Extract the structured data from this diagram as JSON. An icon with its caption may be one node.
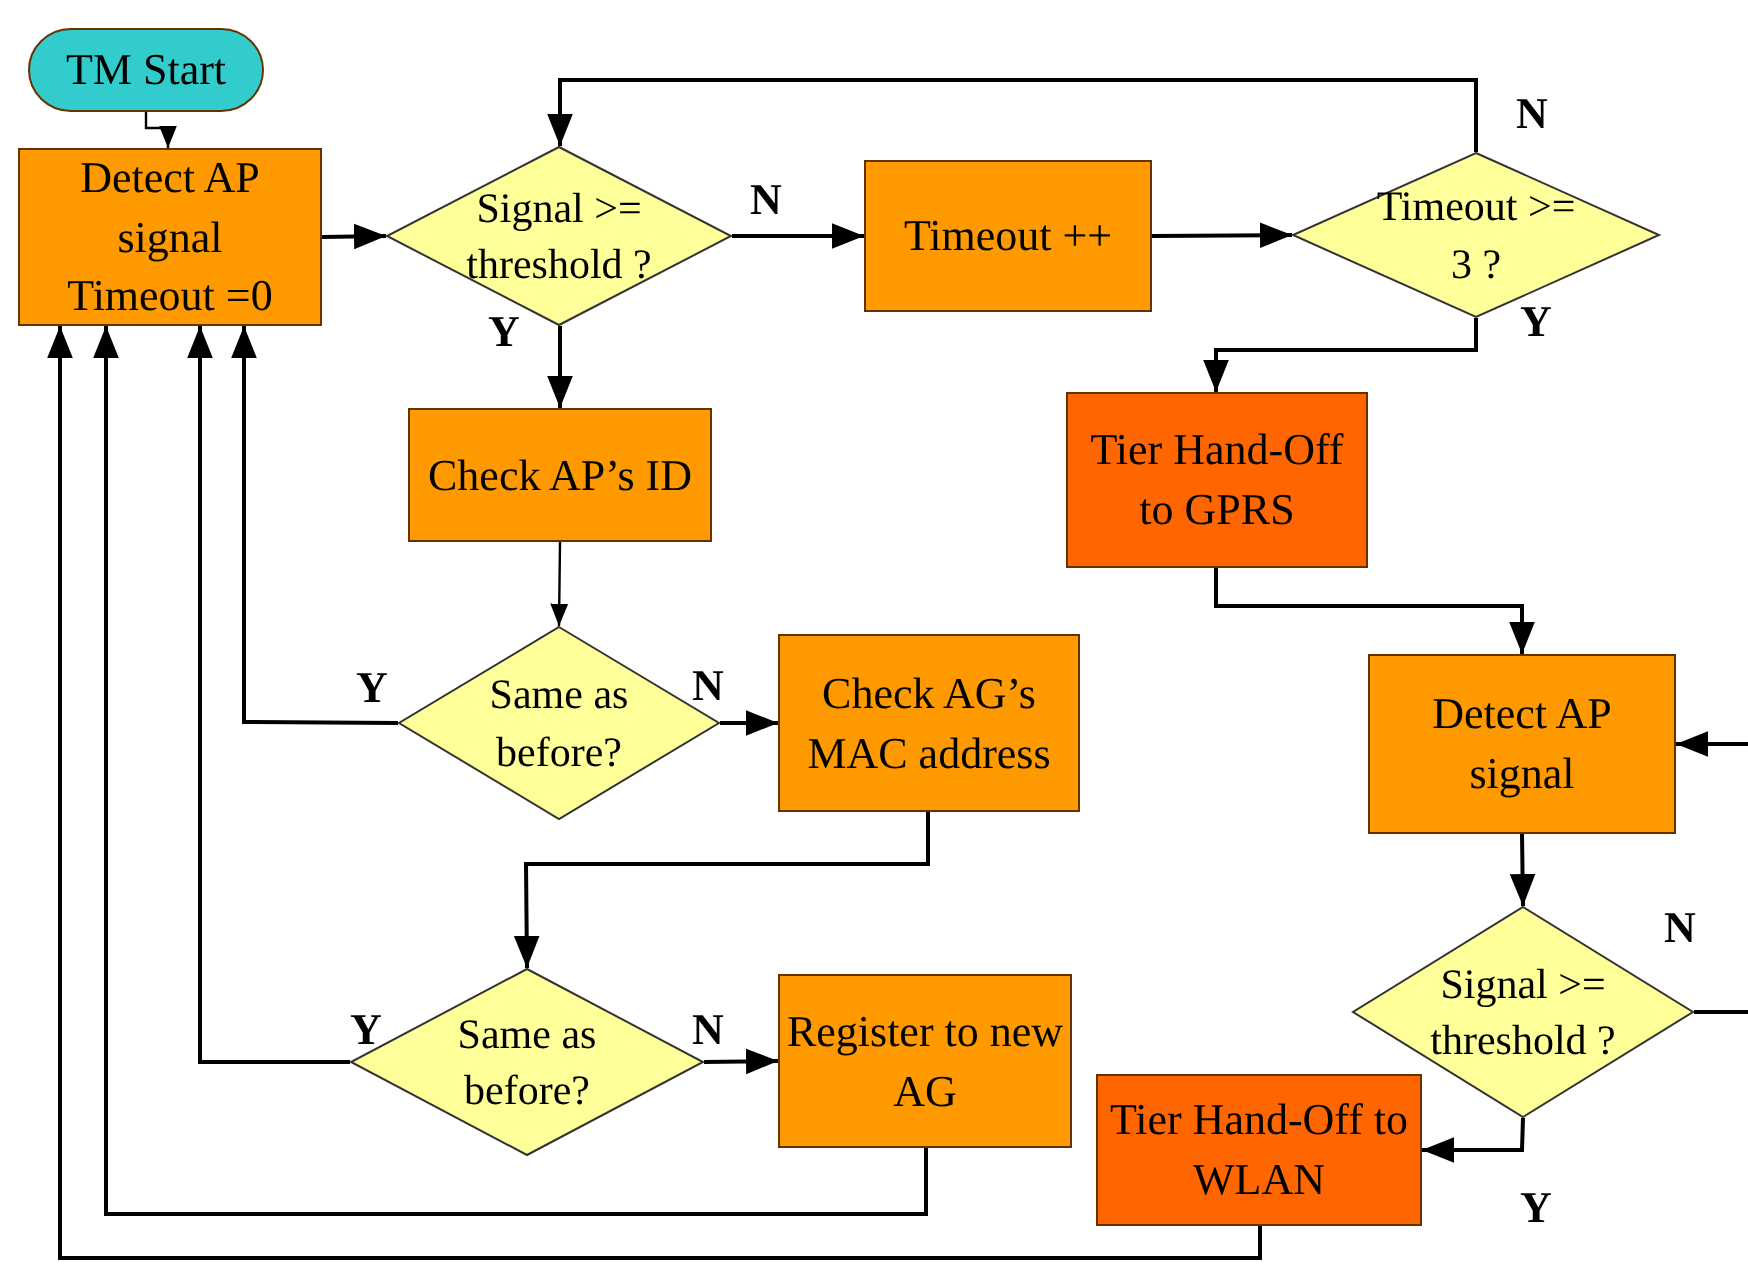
{
  "diagram": {
    "nodes": [
      {
        "text": [
          "TM Start"
        ]
      },
      {
        "text": [
          "Detect AP signal Timeout =0"
        ]
      },
      {
        "text": [
          "Signal >= threshold ?"
        ]
      },
      {
        "text": [
          "Timeout ++"
        ]
      },
      {
        "text": [
          "Timeout >= 3 ?"
        ]
      },
      {
        "text": [
          "Tier Hand-Off to GPRS"
        ]
      },
      {
        "text": [
          "Check AP’s ID"
        ]
      },
      {
        "text": [
          "Same as before?"
        ]
      },
      {
        "text": [
          "Check AG’s MAC address"
        ]
      },
      {
        "text": [
          "Detect AP signal"
        ]
      },
      {
        "text": [
          "Signal >= threshold ?"
        ]
      },
      {
        "text": [
          "Same as before?"
        ]
      },
      {
        "text": [
          "Register to new AG"
        ]
      },
      {
        "text": [
          "Tier Hand-Off to WLAN"
        ]
      }
    ],
    "edges": [
      {
        "from": 0,
        "to": 1,
        "arrow": "to"
      },
      {
        "from": 1,
        "to": 2,
        "arrow": "to"
      },
      {
        "from": 2,
        "to": 3,
        "arrow": "to",
        "label": "N"
      },
      {
        "from": 2,
        "to": 6,
        "arrow": "to",
        "label": "Y"
      },
      {
        "from": 3,
        "to": 4,
        "arrow": "to"
      },
      {
        "from": 4,
        "to": 2,
        "arrow": "to",
        "label": "N"
      },
      {
        "from": 4,
        "to": 5,
        "arrow": "to",
        "label": "Y"
      },
      {
        "from": 6,
        "to": 7,
        "arrow": "to"
      },
      {
        "from": 7,
        "to": 1,
        "arrow": "to",
        "label": "Y"
      },
      {
        "from": 7,
        "to": 8,
        "arrow": "to",
        "label": "N"
      },
      {
        "from": 8,
        "to": 11,
        "arrow": "to"
      },
      {
        "from": 11,
        "to": 1,
        "arrow": "to",
        "label": "Y"
      },
      {
        "from": 11,
        "to": 12,
        "arrow": "to",
        "label": "N"
      },
      {
        "from": 12,
        "to": 1,
        "arrow": "to"
      },
      {
        "from": 5,
        "to": 9,
        "arrow": "to"
      },
      {
        "from": null,
        "to": 9,
        "arrow": "to"
      },
      {
        "from": 9,
        "to": 10,
        "arrow": "to"
      },
      {
        "from": 10,
        "to": null,
        "arrow": "none",
        "label": "N"
      },
      {
        "from": 10,
        "to": 13,
        "arrow": "to",
        "label": "Y"
      },
      {
        "from": 13,
        "to": 1,
        "arrow": "to"
      }
    ]
  }
}
